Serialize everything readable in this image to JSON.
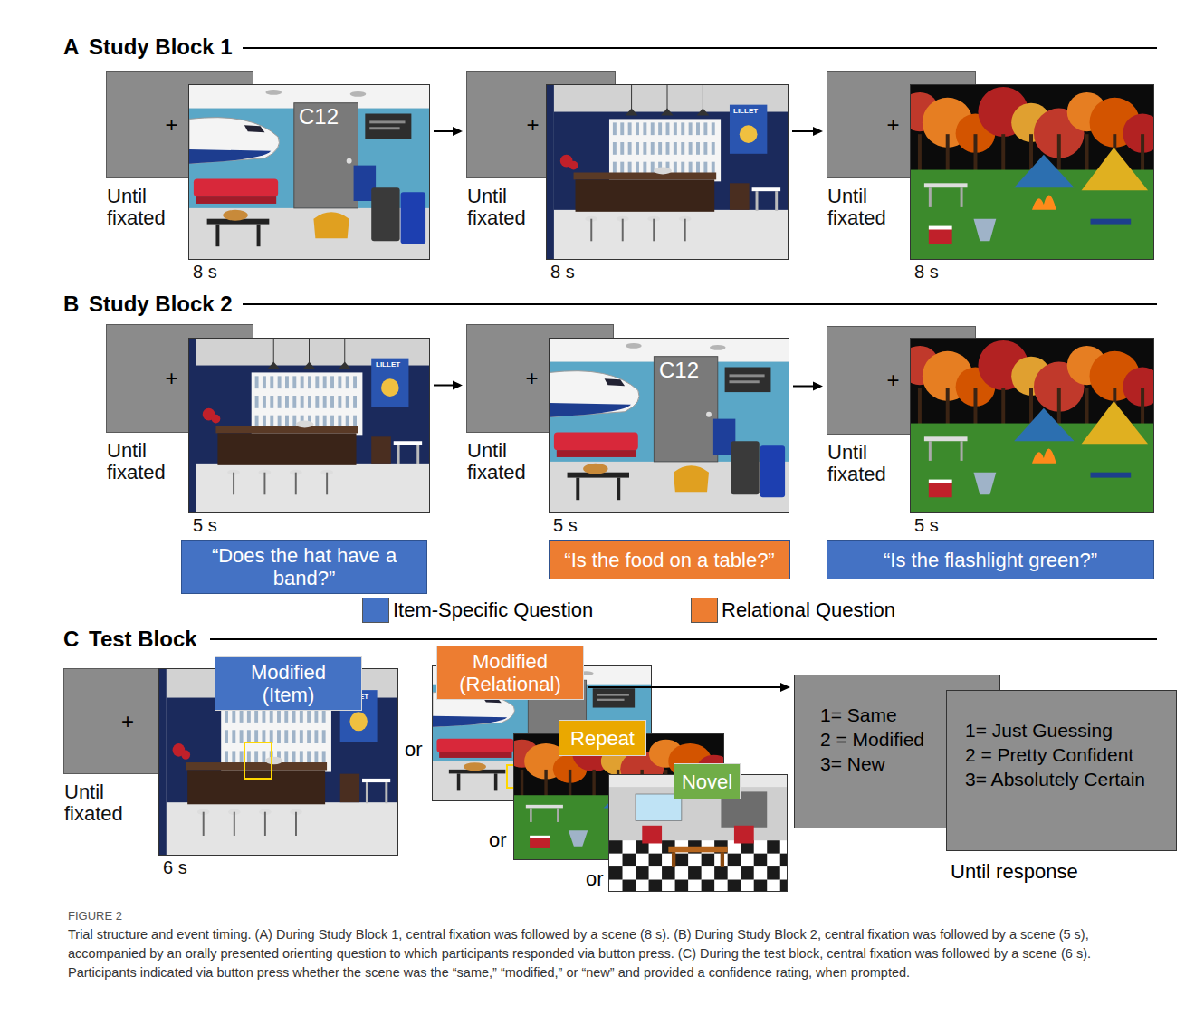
{
  "diagram": {
    "caption": "Trial structure and event timing. (A) During Study Block 1, central fixation was followed by a scene (8 s). (B) During Study Block 2, central fixation was followed by a scene (5 s), accompanied by an orally presented orienting question to which participants responded via button press. (C) During the test block, central fixation was followed by a scene (6 s). Participants indicated via button press whether the scene was the “same,” “modified,” or “new” and provided a confidence rating, when prompted.",
    "nodes": [
      {
        "text": [
          "+",
          "Until fixated"
        ]
      },
      {
        "text": [
          "8 s"
        ]
      },
      {
        "text": [
          "+",
          "Until fixated"
        ]
      },
      {
        "text": [
          "8 s"
        ]
      },
      {
        "text": [
          "+",
          "Until fixated"
        ]
      },
      {
        "text": [
          "8 s"
        ]
      },
      {
        "text": [
          "+",
          "Until fixated"
        ]
      },
      {
        "text": [
          "5 s"
        ]
      },
      {
        "text": [
          "“Does the hat have a band?”"
        ]
      },
      {
        "text": [
          "+",
          "Until fixated"
        ]
      },
      {
        "text": [
          "5 s"
        ]
      },
      {
        "text": [
          "“Is the food on a table?”"
        ]
      },
      {
        "text": [
          "+",
          "Until fixated"
        ]
      },
      {
        "text": [
          "5 s"
        ]
      },
      {
        "text": [
          "“Is the flashlight green?”"
        ]
      },
      {
        "text": [
          "+",
          "Until fixated"
        ]
      },
      {
        "text": [
          "6 s"
        ]
      },
      {
        "text": [
          "Modified (Item)"
        ]
      },
      {
        "text": [
          "Modified (Relational)"
        ]
      },
      {
        "text": [
          "Repeat"
        ]
      },
      {
        "text": [
          "Novel"
        ]
      },
      {
        "text": [
          "1= Same",
          "2 = Modified",
          "3= New"
        ]
      },
      {
        "text": [
          "1= Just Guessing",
          "2 = Pretty Confident",
          "3= Absolutely Certain"
        ]
      }
    ],
    "edges": [
      {
        "from": 1,
        "to": 2,
        "arrow": "to"
      },
      {
        "from": 3,
        "to": 4,
        "arrow": "to"
      },
      {
        "from": 7,
        "to": 9,
        "arrow": "to"
      },
      {
        "from": 10,
        "to": 12,
        "arrow": "to"
      },
      {
        "from": 18,
        "to": 21,
        "arrow": "to"
      }
    ],
    "labels": [
      "A",
      "Study Block 1",
      "C12",
      "LILLET",
      "B",
      "Study Block 2",
      "LILLET",
      "C12",
      "C",
      "Test Block",
      "LILLET",
      "or",
      "or",
      "or",
      "Until response",
      "FIGURE 2"
    ],
    "legend": [
      {
        "text": "Item-Specific Question",
        "color": "#4472c4"
      },
      {
        "text": "Relational Question",
        "color": "#ed7d31"
      }
    ]
  }
}
